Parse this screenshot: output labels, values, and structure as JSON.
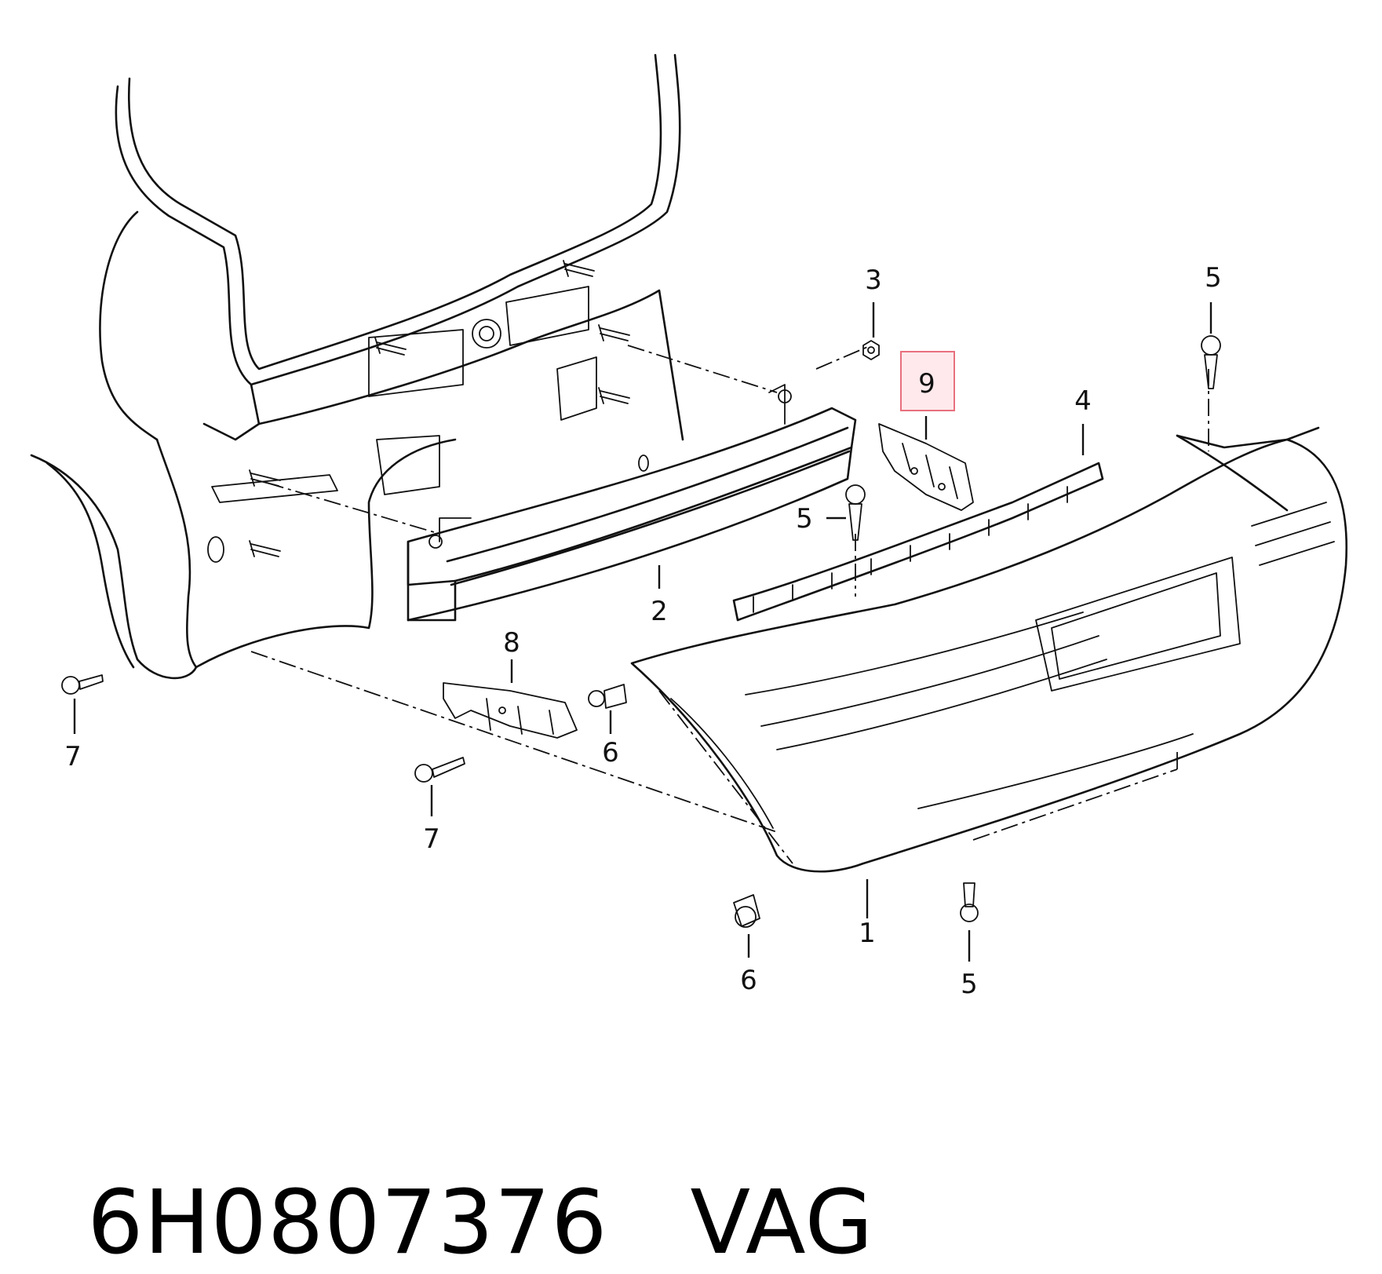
{
  "caption": {
    "part_number": "6H0807376",
    "brand": "VAG"
  },
  "callouts": [
    {
      "label": "1"
    },
    {
      "label": "2"
    },
    {
      "label": "3"
    },
    {
      "label": "4"
    },
    {
      "label": "5"
    },
    {
      "label": "5"
    },
    {
      "label": "5"
    },
    {
      "label": "6"
    },
    {
      "label": "6"
    },
    {
      "label": "7"
    },
    {
      "label": "7"
    },
    {
      "label": "8"
    },
    {
      "label": "9"
    }
  ],
  "highlight": {
    "callout": "9",
    "color": "#e8707e"
  }
}
